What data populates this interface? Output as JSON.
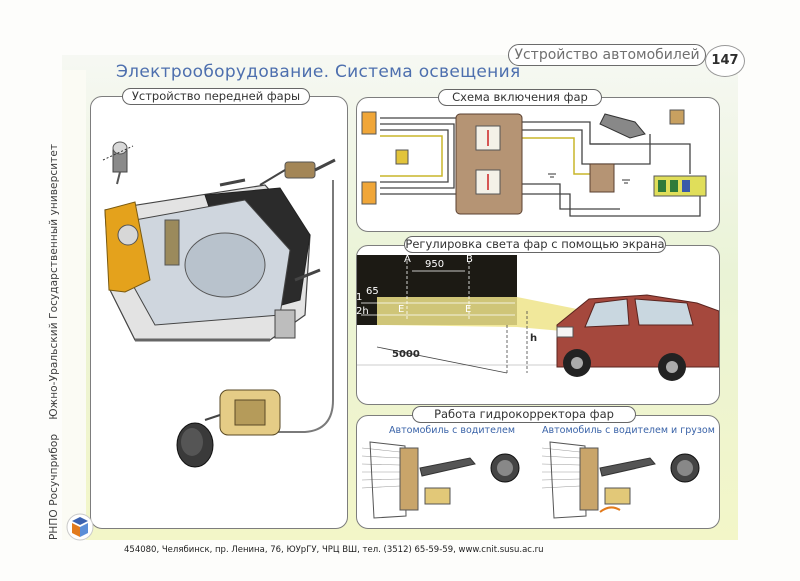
{
  "header": {
    "section_title": "Устройство автомобилей",
    "page_number": "147",
    "main_title": "Электрооборудование. Система освещения"
  },
  "side_text": {
    "org": "РНПО Росучприбор",
    "university": "Южно-Уральский Государственный университет"
  },
  "panels": {
    "headlight": {
      "title": "Устройство передней фары"
    },
    "wiring": {
      "title": "Схема включения фар"
    },
    "adjustment": {
      "title": "Регулировка света фар с помощью экрана",
      "labels": {
        "a": "A",
        "b": "B",
        "dist_ab": "950",
        "h65": "65",
        "one": "1",
        "two_h": "2h",
        "e_left": "E",
        "e_right": "E",
        "h": "h",
        "distance": "5000"
      }
    },
    "corrector": {
      "title": "Работа гидрокорректора фар",
      "left_caption": "Автомобиль с водителем",
      "right_caption": "Автомобиль с водителем и грузом"
    }
  },
  "footer": {
    "address": "454080, Челябинск, пр. Ленина, 76, ЮУрГУ, ЧРЦ ВШ, тел. (3512) 65-59-59, www.cnit.susu.ac.ru"
  },
  "colors": {
    "title_blue": "#4d6fae",
    "car_red": "#a5483d",
    "beam_yellow": "#efe48a",
    "wire_brown": "#9b7a55"
  }
}
